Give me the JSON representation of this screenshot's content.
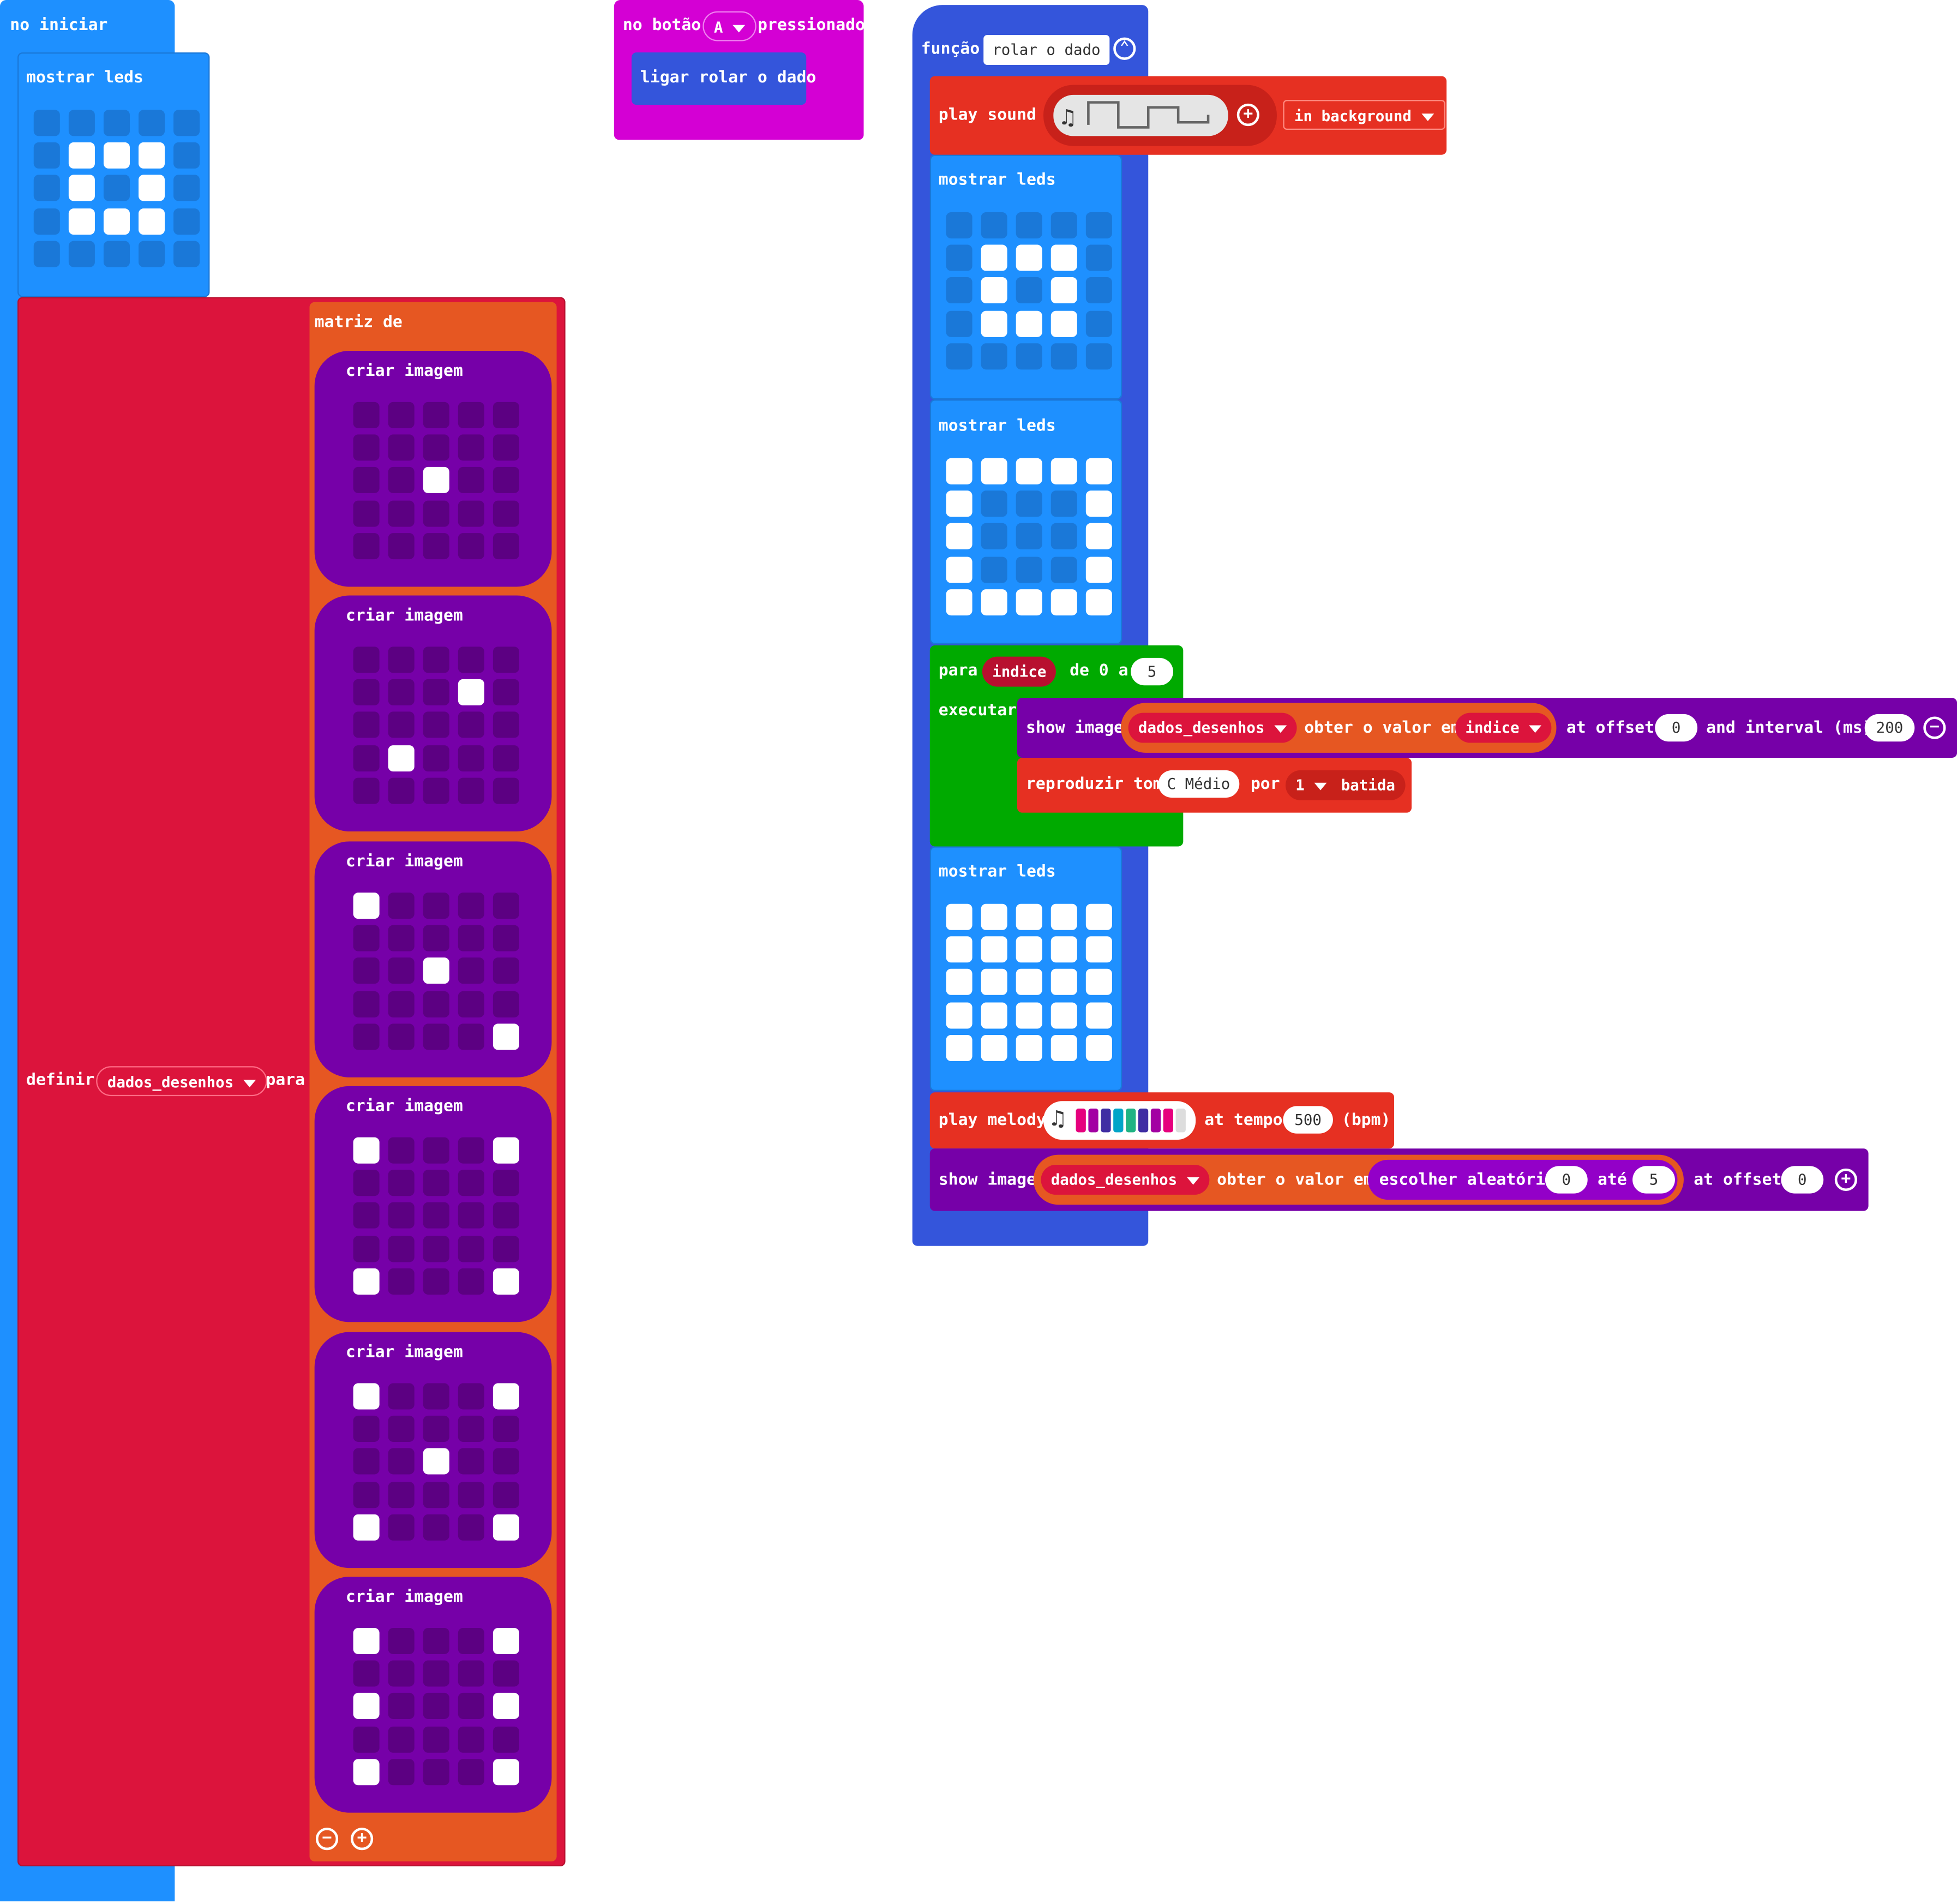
{
  "on_start": {
    "label": "no iniciar",
    "show_leds_label": "mostrar leds",
    "show_leds_grid": [
      [
        0,
        0,
        0,
        0,
        0
      ],
      [
        0,
        1,
        1,
        1,
        0
      ],
      [
        0,
        1,
        0,
        1,
        0
      ],
      [
        0,
        1,
        1,
        1,
        0
      ],
      [
        0,
        0,
        0,
        0,
        0
      ]
    ],
    "set_label": "definir",
    "variable": "dados_desenhos",
    "to_label": "para",
    "array_label": "matriz de",
    "create_image_label": "criar imagem",
    "images": [
      [
        [
          0,
          0,
          0,
          0,
          0
        ],
        [
          0,
          0,
          0,
          0,
          0
        ],
        [
          0,
          0,
          1,
          0,
          0
        ],
        [
          0,
          0,
          0,
          0,
          0
        ],
        [
          0,
          0,
          0,
          0,
          0
        ]
      ],
      [
        [
          0,
          0,
          0,
          0,
          0
        ],
        [
          0,
          0,
          0,
          1,
          0
        ],
        [
          0,
          0,
          0,
          0,
          0
        ],
        [
          0,
          1,
          0,
          0,
          0
        ],
        [
          0,
          0,
          0,
          0,
          0
        ]
      ],
      [
        [
          1,
          0,
          0,
          0,
          0
        ],
        [
          0,
          0,
          0,
          0,
          0
        ],
        [
          0,
          0,
          1,
          0,
          0
        ],
        [
          0,
          0,
          0,
          0,
          0
        ],
        [
          0,
          0,
          0,
          0,
          1
        ]
      ],
      [
        [
          1,
          0,
          0,
          0,
          1
        ],
        [
          0,
          0,
          0,
          0,
          0
        ],
        [
          0,
          0,
          0,
          0,
          0
        ],
        [
          0,
          0,
          0,
          0,
          0
        ],
        [
          1,
          0,
          0,
          0,
          1
        ]
      ],
      [
        [
          1,
          0,
          0,
          0,
          1
        ],
        [
          0,
          0,
          0,
          0,
          0
        ],
        [
          0,
          0,
          1,
          0,
          0
        ],
        [
          0,
          0,
          0,
          0,
          0
        ],
        [
          1,
          0,
          0,
          0,
          1
        ]
      ],
      [
        [
          1,
          0,
          0,
          0,
          1
        ],
        [
          0,
          0,
          0,
          0,
          0
        ],
        [
          1,
          0,
          0,
          0,
          1
        ],
        [
          0,
          0,
          0,
          0,
          0
        ],
        [
          1,
          0,
          0,
          0,
          1
        ]
      ]
    ]
  },
  "on_button": {
    "label_on": "no botão",
    "button": "A",
    "label_pressed": "pressionado",
    "call_label": "ligar rolar o dado"
  },
  "function_block": {
    "label": "função",
    "name": "rolar o dado",
    "play_sound_label": "play sound",
    "in_background": "in background",
    "show_leds_label": "mostrar leds",
    "leds_1": [
      [
        0,
        0,
        0,
        0,
        0
      ],
      [
        0,
        1,
        1,
        1,
        0
      ],
      [
        0,
        1,
        0,
        1,
        0
      ],
      [
        0,
        1,
        1,
        1,
        0
      ],
      [
        0,
        0,
        0,
        0,
        0
      ]
    ],
    "leds_2": [
      [
        1,
        1,
        1,
        1,
        1
      ],
      [
        1,
        0,
        0,
        0,
        1
      ],
      [
        1,
        0,
        0,
        0,
        1
      ],
      [
        1,
        0,
        0,
        0,
        1
      ],
      [
        1,
        1,
        1,
        1,
        1
      ]
    ],
    "leds_3": [
      [
        1,
        1,
        1,
        1,
        1
      ],
      [
        1,
        1,
        1,
        1,
        1
      ],
      [
        1,
        1,
        1,
        1,
        1
      ],
      [
        1,
        1,
        1,
        1,
        1
      ],
      [
        1,
        1,
        1,
        1,
        1
      ]
    ],
    "for_label": "para",
    "for_var": "indice",
    "for_from": "de 0 a",
    "for_to": "5",
    "do_label": "executar",
    "show_image_label": "show image",
    "array_var": "dados_desenhos",
    "get_value_label": "obter o valor em",
    "index_var": "indice",
    "at_offset_label": "at offset",
    "offset_value": "0",
    "interval_label": "and interval (ms)",
    "interval_value": "200",
    "play_tone_label": "reproduzir tom",
    "tone_value": "C Médio",
    "for_beats_label": "por",
    "beats_value": "1",
    "beat_label": "batida",
    "play_melody_label": "play melody",
    "at_tempo_label": "at tempo",
    "tempo_value": "500",
    "bpm_label": "(bpm)",
    "melody_colors": [
      "#e6007e",
      "#a300a3",
      "#3f2ea3",
      "#00a5c8",
      "#20b383",
      "#3f2ea3",
      "#a300a3",
      "#e6007e"
    ],
    "show_image2_label": "show image",
    "random_label": "escolher aleatório",
    "random_from": "0",
    "random_to_label": "até",
    "random_to": "5",
    "offset2_label": "at offset",
    "offset2_value": "0"
  },
  "colors": {
    "basic_blue": "#1e90ff",
    "variables_red": "#dc143c",
    "arrays_orange": "#e65722",
    "images_purple": "#7600a8",
    "input_magenta": "#d400d4",
    "functions_blue": "#3455db",
    "music_red": "#e63022",
    "loops_green": "#00aa00",
    "led_off_blue": "#1a78d8",
    "led_off_purple": "#5c0082",
    "led_on": "#ffffff"
  }
}
